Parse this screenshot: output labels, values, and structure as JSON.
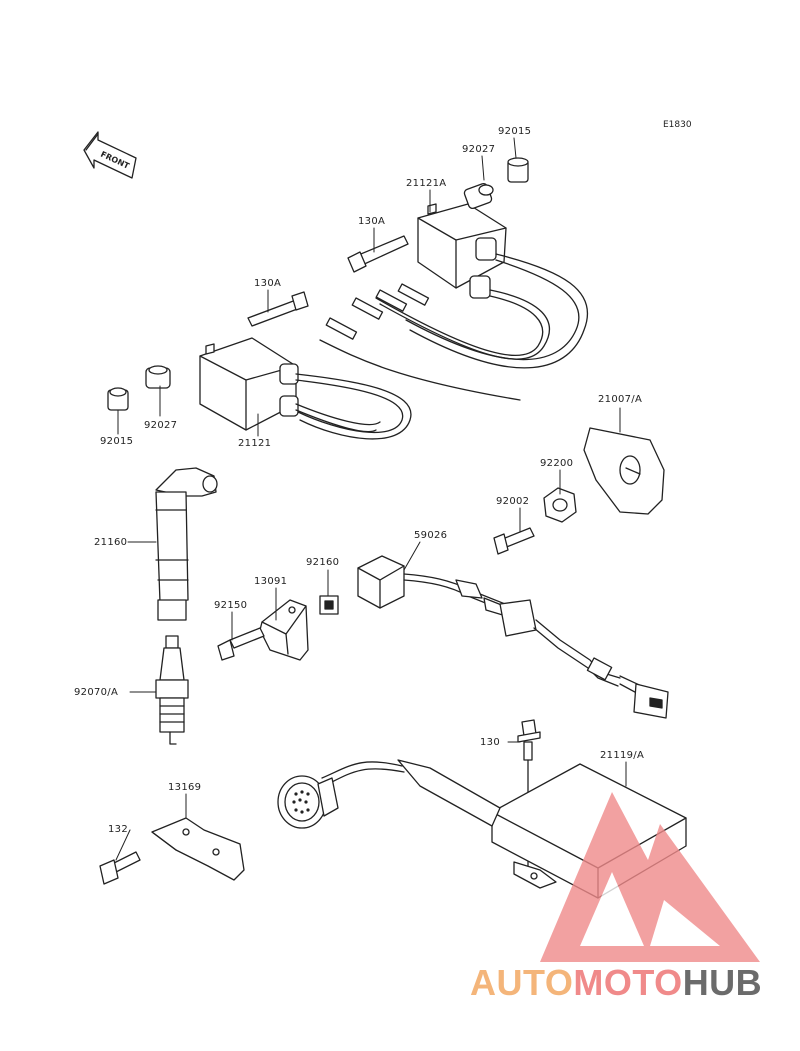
{
  "diagram": {
    "ref_code": "E1830",
    "front_label": "FRONT",
    "labels": {
      "p92015_top": "92015",
      "p92027_top": "92027",
      "p21121A": "21121A",
      "p130A_top": "130A",
      "p130A_left": "130A",
      "p92027_left": "92027",
      "p92015_left": "92015",
      "p21121": "21121",
      "p21007A": "21007/A",
      "p92200": "92200",
      "p92002": "92002",
      "p21160": "21160",
      "p59026": "59026",
      "p92160": "92160",
      "p13091": "13091",
      "p92150": "92150",
      "p92070A": "92070/A",
      "p130": "130",
      "p21119A": "21119/A",
      "p13169": "13169",
      "p132": "132"
    }
  },
  "watermark": {
    "brand_part1": "AUTO",
    "brand_part2": "MOTO",
    "brand_part3": "HUB",
    "color_orange": "#f4b57a",
    "color_red": "#f08a8a",
    "color_gray": "#6b6b6b"
  }
}
